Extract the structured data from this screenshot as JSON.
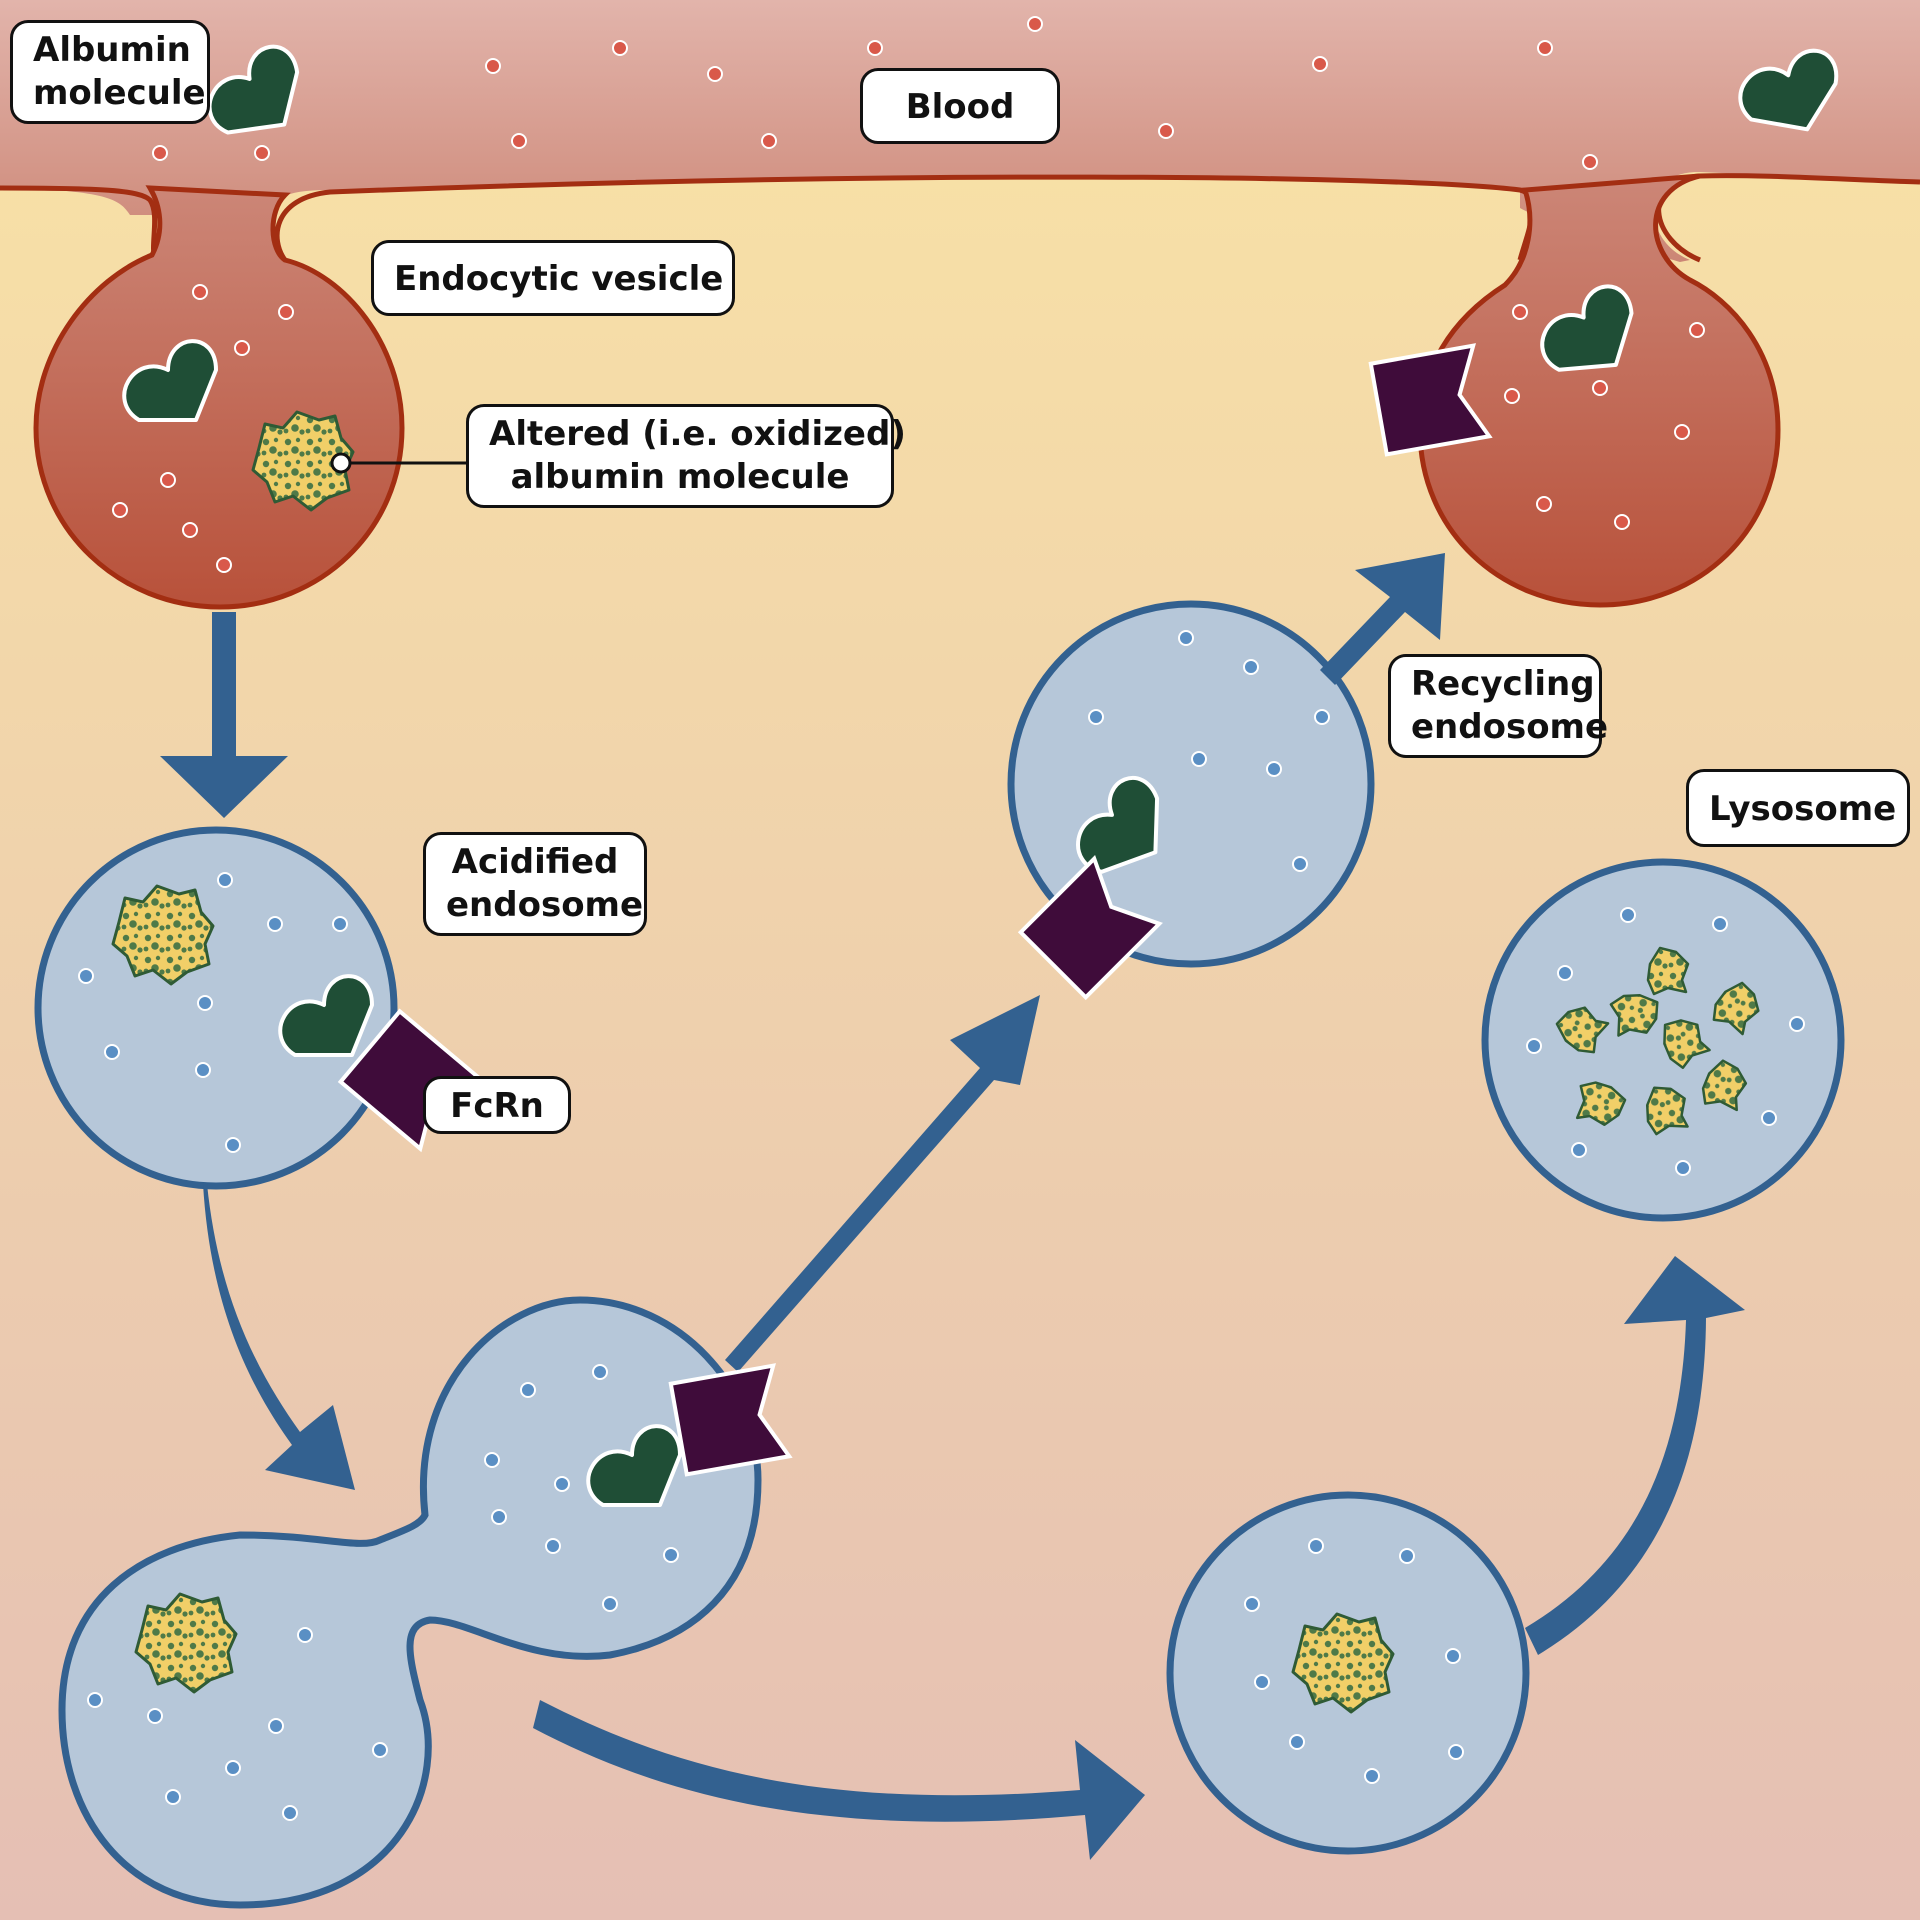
{
  "labels": {
    "albumin": {
      "line1": "Albumin",
      "line2": "molecule"
    },
    "blood": "Blood",
    "endocytic": "Endocytic vesicle",
    "altered": {
      "line1": "Altered (i.e. oxidized)",
      "line2": "albumin molecule"
    },
    "acidified": {
      "line1": "Acidified",
      "line2": "endosome"
    },
    "fcrn": "FcRn",
    "recycling": {
      "line1": "Recycling",
      "line2": "endosome"
    },
    "lysosome": "Lysosome"
  },
  "colors": {
    "blood_top": "#e2b4ab",
    "blood_bottom": "#cc8675",
    "cytoplasm_top": "#f9e3a5",
    "cytoplasm_bottom": "#e5bfb4",
    "membrane": "#a32e12",
    "endosome_fill": "#b6c7d9",
    "endosome_edge": "#336190",
    "arrow": "#336190",
    "albumin": "#1f4e36",
    "fcrn": "#3f0c3a",
    "altered_fill": "#f1cf68",
    "altered_spots": "#4f7a48",
    "blood_dot": "#c64a3b",
    "endosome_dot": "#5a8fc4"
  },
  "icons": [
    "albumin-heart-icon",
    "fcrn-receptor-icon",
    "oxidized-albumin-icon"
  ]
}
